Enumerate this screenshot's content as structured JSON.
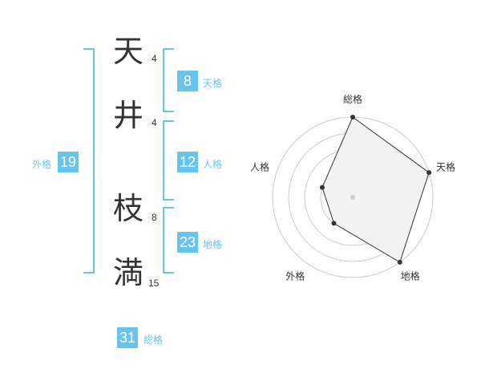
{
  "name": {
    "chars": [
      {
        "char": "天",
        "strokes": "4"
      },
      {
        "char": "井",
        "strokes": "4"
      },
      {
        "char": "枝",
        "strokes": "8"
      },
      {
        "char": "満",
        "strokes": "15"
      }
    ]
  },
  "fortunes": {
    "tenkaku": {
      "value": "8",
      "label": "天格"
    },
    "jinkaku": {
      "value": "12",
      "label": "人格"
    },
    "chikaku": {
      "value": "23",
      "label": "地格"
    },
    "gaikaku": {
      "value": "19",
      "label": "外格"
    },
    "soukaku": {
      "value": "31",
      "label": "総格"
    }
  },
  "colors": {
    "accent": "#67c4ee",
    "text": "#333333",
    "radar_fill": "#f2f2f2",
    "radar_grid": "#cccccc"
  },
  "chart_data": {
    "type": "radar",
    "axes": [
      "総格",
      "天格",
      "地格",
      "外格",
      "人格"
    ],
    "levels": 4,
    "values": [
      4,
      4,
      4,
      1,
      1
    ],
    "max": 4,
    "grid": true
  }
}
